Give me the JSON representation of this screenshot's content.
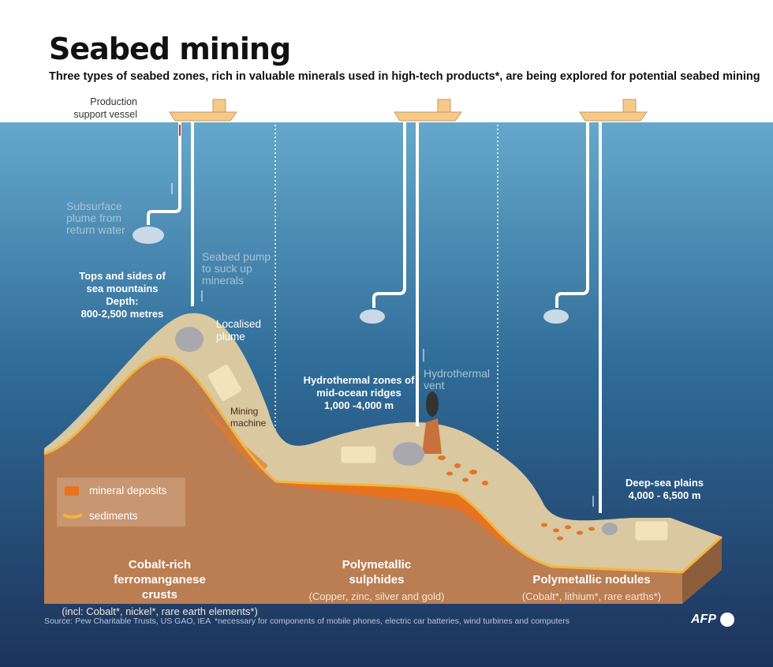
{
  "title": "Seabed mining",
  "subtitle": "Three types of seabed zones, rich in valuable minerals used in high-tech products*, are being explored for potential seabed mining",
  "labels": {
    "vessel": "Production support vessel",
    "subsurface_plume": "Subsurface plume from return water",
    "seabed_pump": "Seabed pump to suck up minerals",
    "localised_plume": "Localised plume",
    "mining_machine": "Mining machine",
    "hydrothermal_vent": "Hydrothermal vent"
  },
  "depth_zones": [
    {
      "title": "Tops and sides of sea mountains",
      "depth": "Depth:\n800-2,500 metres"
    },
    {
      "title": "Hydrothermal zones of mid-ocean ridges",
      "depth": "1,000 -4,000 m"
    },
    {
      "title": "Deep-sea plains",
      "depth": "4,000 - 6,500 m"
    }
  ],
  "legend": {
    "items": [
      {
        "label": "mineral deposits",
        "color": "#e8731f"
      },
      {
        "label": "sediments",
        "color": "#f5b437"
      }
    ]
  },
  "deposit_types": [
    {
      "name": "Cobalt-rich ferromanganese crusts",
      "minerals": "(incl: Cobalt*,  nickel*, rare earth elements*)"
    },
    {
      "name": "Polymetallic sulphides",
      "minerals": "(Copper, zinc, silver and gold)"
    },
    {
      "name": "Polymetallic nodules",
      "minerals": "(Cobalt*, lithium*, rare earths*)"
    }
  ],
  "source": "Source: Pew Charitable Trusts, US GAO, IEA",
  "footnote": "*necessary for components of mobile phones, electric car batteries, wind turbines and computers",
  "logo": "AFP",
  "colors": {
    "ocean_top": "#64a6c9",
    "ocean_bottom": "#1c355e",
    "crust": "#bb7d52",
    "sediment": "#d9c8a0",
    "deposit": "#e8731f"
  }
}
